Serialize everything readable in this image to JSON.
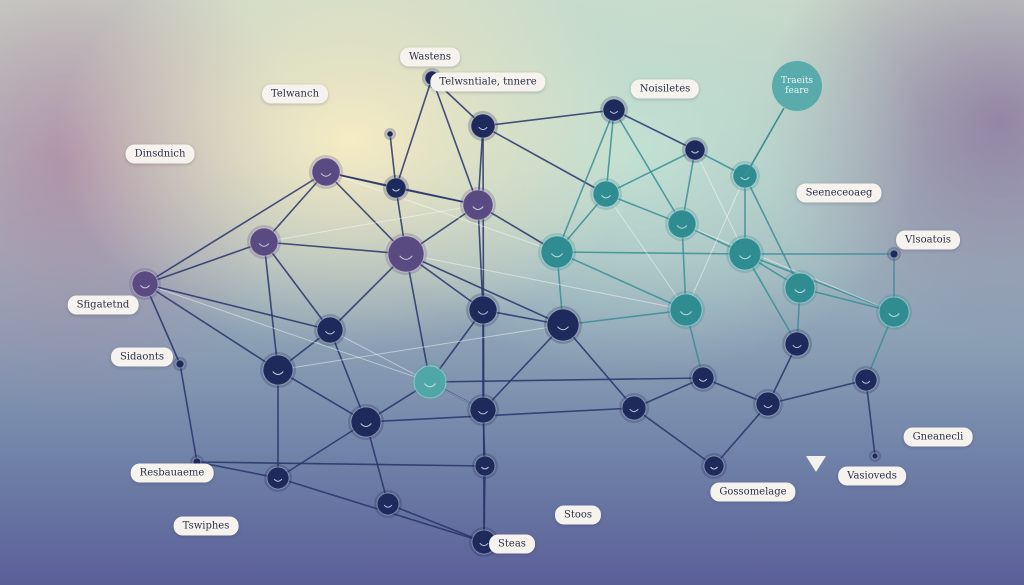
{
  "labels": [
    {
      "id": "l1",
      "text": "Wastens"
    },
    {
      "id": "l2",
      "text": "Telwanch"
    },
    {
      "id": "l3",
      "text": "Telwsntiale, tnnere"
    },
    {
      "id": "l4",
      "text": "Noisiletes"
    },
    {
      "id": "l5",
      "text": "Dinsdnich"
    },
    {
      "id": "l6",
      "text": "Seeneceoaeg"
    },
    {
      "id": "l7",
      "text": "Vlsoatois"
    },
    {
      "id": "l8",
      "text": "Sfigatetnd"
    },
    {
      "id": "l9",
      "text": "Sidaonts"
    },
    {
      "id": "l10",
      "text": "Gneanecli"
    },
    {
      "id": "l11",
      "text": "Resbauaeme"
    },
    {
      "id": "l12",
      "text": "Vasioveds"
    },
    {
      "id": "l13",
      "text": "Gossomelage"
    },
    {
      "id": "l14",
      "text": "Tswiphes"
    },
    {
      "id": "l15",
      "text": "Stoos"
    },
    {
      "id": "l16",
      "text": "Steas"
    }
  ],
  "bubble": {
    "title": "Traeits",
    "subtitle": "feare"
  },
  "colors": {
    "navy": "#1e2a5c",
    "purple": "#5a4a82",
    "teal": "#2f8d92",
    "teal_light": "#4fa7a8",
    "edge_dark": "#27346a",
    "edge_teal": "#3a8f96",
    "label_bg": "#f6f3ee"
  }
}
